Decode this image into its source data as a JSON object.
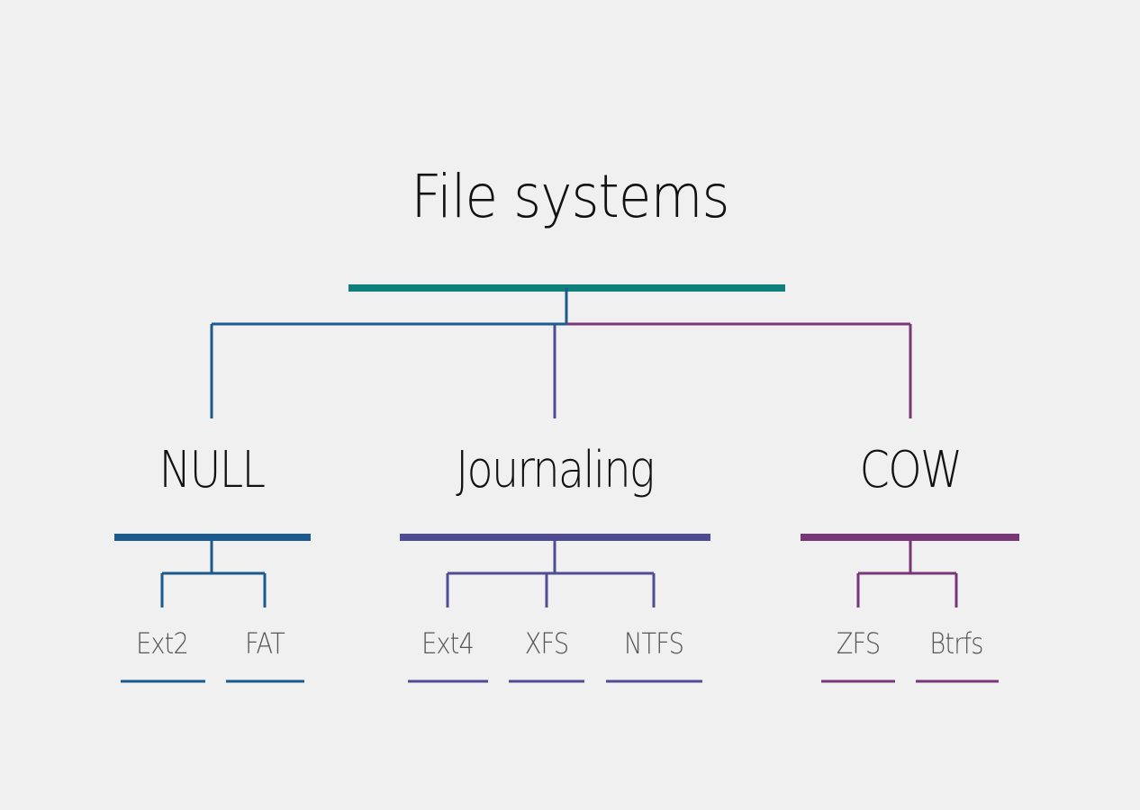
{
  "diagram": {
    "title": "File systems",
    "colors": {
      "root": "#0e7f7a",
      "null": "#1a5a8e",
      "journaling": "#4f4b94",
      "cow": "#783679",
      "background": "#f0f0f0"
    },
    "groups": [
      {
        "name": "NULL",
        "children": [
          "Ext2",
          "FAT"
        ]
      },
      {
        "name": "Journaling",
        "children": [
          "Ext4",
          "XFS",
          "NTFS"
        ]
      },
      {
        "name": "COW",
        "children": [
          "ZFS",
          "Btrfs"
        ]
      }
    ]
  }
}
